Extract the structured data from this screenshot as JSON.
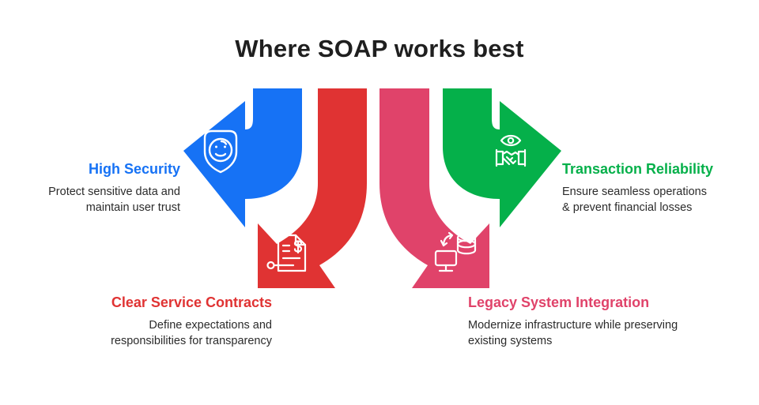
{
  "title": "Where SOAP works best",
  "colors": {
    "blue": "#1672F5",
    "red": "#E03333",
    "pink": "#E0436A",
    "green": "#05B04A",
    "title_text": "#1f1f1f",
    "body_text": "#2b2b2b",
    "background": "#ffffff"
  },
  "items": [
    {
      "id": "high-security",
      "heading": "High Security",
      "description": "Protect sensitive data and maintain user trust",
      "description_lines": [
        "Protect sensitive data and",
        "maintain user trust"
      ],
      "color": "#1672F5",
      "icon": "shield-face-icon",
      "direction": "left"
    },
    {
      "id": "clear-service-contracts",
      "heading": "Clear Service Contracts",
      "description": "Define expectations and responsibilities for transparency",
      "description_lines": [
        "Define expectations and",
        "responsibilities for transparency"
      ],
      "color": "#E03333",
      "icon": "contract-document-icon",
      "direction": "down-left"
    },
    {
      "id": "legacy-system-integration",
      "heading": "Legacy System Integration",
      "description": "Modernize infrastructure while preserving existing systems",
      "description_lines": [
        "Modernize infrastructure while preserving",
        "existing systems"
      ],
      "color": "#E0436A",
      "icon": "monitor-database-sync-icon",
      "direction": "down-right"
    },
    {
      "id": "transaction-reliability",
      "heading": "Transaction Reliability",
      "description": "Ensure seamless operations & prevent financial losses",
      "description_lines": [
        "Ensure seamless operations",
        "& prevent financial losses"
      ],
      "color": "#05B04A",
      "icon": "handshake-eye-icon",
      "direction": "right"
    }
  ]
}
